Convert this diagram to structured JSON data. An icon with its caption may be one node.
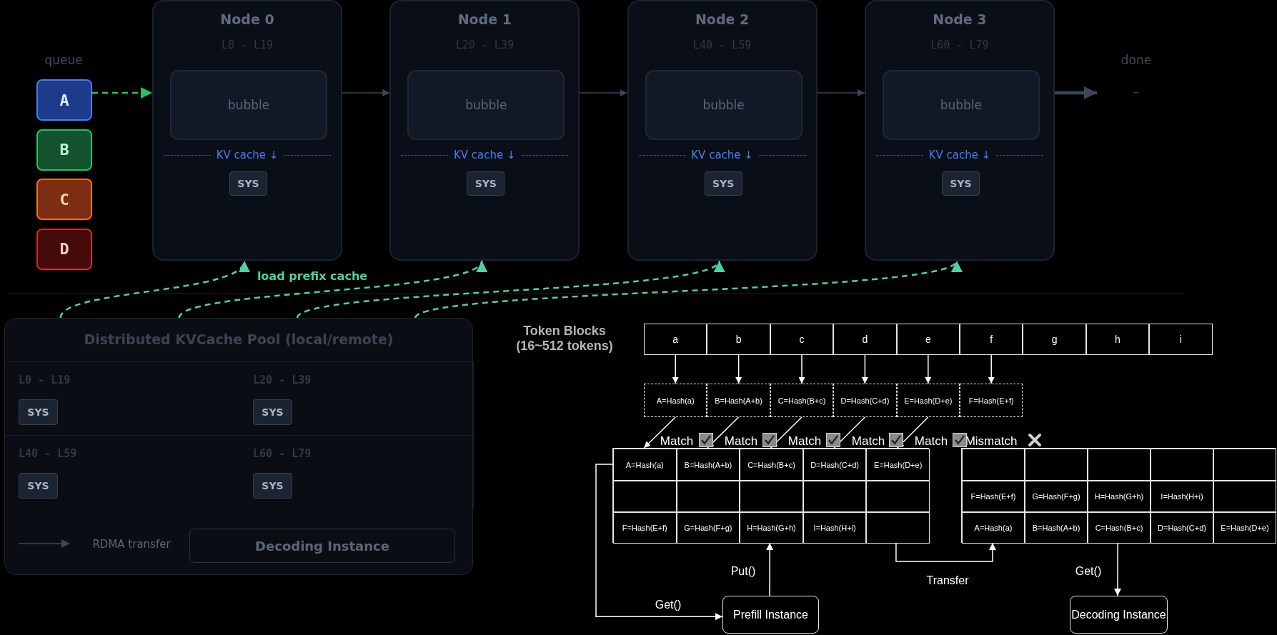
{
  "diagram": {
    "nodes": [
      {
        "text": [
          "A"
        ]
      },
      {
        "text": [
          "B"
        ]
      },
      {
        "text": [
          "C"
        ]
      },
      {
        "text": [
          "D"
        ]
      },
      {
        "text": [
          "Node 0",
          "L0 - L19",
          "KV cache ↓"
        ]
      },
      {
        "text": [
          "bubble"
        ],
        "in": 4
      },
      {
        "text": [
          "SYS"
        ],
        "in": 4
      },
      {
        "text": [
          "Node 1",
          "L20 - L39",
          "KV cache ↓"
        ]
      },
      {
        "text": [
          "bubble"
        ],
        "in": 7
      },
      {
        "text": [
          "SYS"
        ],
        "in": 7
      },
      {
        "text": [
          "Node 2",
          "L40 - L59",
          "KV cache ↓"
        ]
      },
      {
        "text": [
          "bubble"
        ],
        "in": 10
      },
      {
        "text": [
          "SYS"
        ],
        "in": 10
      },
      {
        "text": [
          "Node 3",
          "L60 - L79",
          "KV cache ↓"
        ]
      },
      {
        "text": [
          "bubble"
        ],
        "in": 13
      },
      {
        "text": [
          "SYS"
        ],
        "in": 13
      },
      {
        "text": [
          "done",
          "–"
        ]
      },
      {
        "text": [
          "Distributed KVCache Pool (local/remote)"
        ]
      },
      {
        "text": [
          "L0 - L19"
        ],
        "in": 17
      },
      {
        "text": [
          "SYS"
        ],
        "in": 18
      },
      {
        "text": [
          "L20 - L39"
        ],
        "in": 17
      },
      {
        "text": [
          "SYS"
        ],
        "in": 20
      },
      {
        "text": [
          "L40 - L59"
        ],
        "in": 17
      },
      {
        "text": [
          "SYS"
        ],
        "in": 22
      },
      {
        "text": [
          "L60 - L79"
        ],
        "in": 17
      },
      {
        "text": [
          "SYS"
        ],
        "in": 24
      },
      {
        "text": [
          "Decoding Instance"
        ],
        "in": 17
      },
      {
        "text": [
          "a"
        ]
      },
      {
        "text": [
          "b"
        ]
      },
      {
        "text": [
          "c"
        ]
      },
      {
        "text": [
          "d"
        ]
      },
      {
        "text": [
          "e"
        ]
      },
      {
        "text": [
          "f"
        ]
      },
      {
        "text": [
          "g"
        ]
      },
      {
        "text": [
          "h"
        ]
      },
      {
        "text": [
          "i"
        ]
      },
      {
        "text": [
          "A=Hash(a)"
        ]
      },
      {
        "text": [
          "B=Hash(A+b)"
        ]
      },
      {
        "text": [
          "C=Hash(B+c)"
        ]
      },
      {
        "text": [
          "D=Hash(C+d)"
        ]
      },
      {
        "text": [
          "E=Hash(D+e)"
        ]
      },
      {
        "text": [
          "F=Hash(E+f)"
        ]
      },
      {
        "text": [],
        "shape": "box"
      },
      {
        "text": [
          "A=Hash(a)"
        ],
        "in": 42
      },
      {
        "text": [
          "B=Hash(A+b)"
        ],
        "in": 42
      },
      {
        "text": [
          "C=Hash(B+c)"
        ],
        "in": 42
      },
      {
        "text": [
          "D=Hash(C+d)"
        ],
        "in": 42
      },
      {
        "text": [
          "E=Hash(D+e)"
        ],
        "in": 42
      },
      {
        "text": [],
        "shape": "box",
        "in": 42
      },
      {
        "text": [],
        "shape": "box",
        "in": 42
      },
      {
        "text": [],
        "shape": "box",
        "in": 42
      },
      {
        "text": [],
        "shape": "box",
        "in": 42
      },
      {
        "text": [],
        "shape": "box",
        "in": 42
      },
      {
        "text": [
          "F=Hash(E+f)"
        ],
        "in": 42
      },
      {
        "text": [
          "G=Hash(F+g)"
        ],
        "in": 42
      },
      {
        "text": [
          "H=Hash(G+h)"
        ],
        "in": 42
      },
      {
        "text": [
          "I=Hash(H+i)"
        ],
        "in": 42
      },
      {
        "text": [],
        "shape": "box",
        "in": 42
      },
      {
        "text": [],
        "shape": "box"
      },
      {
        "text": [],
        "shape": "box",
        "in": 58
      },
      {
        "text": [],
        "shape": "box",
        "in": 58
      },
      {
        "text": [],
        "shape": "box",
        "in": 58
      },
      {
        "text": [],
        "shape": "box",
        "in": 58
      },
      {
        "text": [],
        "shape": "box",
        "in": 58
      },
      {
        "text": [
          "F=Hash(E+f)"
        ],
        "in": 58
      },
      {
        "text": [
          "G=Hash(F+g)"
        ],
        "in": 58
      },
      {
        "text": [
          "H=Hash(G+h)"
        ],
        "in": 58
      },
      {
        "text": [
          "I=Hash(H+i)"
        ],
        "in": 58
      },
      {
        "text": [],
        "shape": "box",
        "in": 58
      },
      {
        "text": [
          "A=Hash(a)"
        ],
        "in": 58
      },
      {
        "text": [
          "B=Hash(A+b)"
        ],
        "in": 58
      },
      {
        "text": [
          "C=Hash(B+c)"
        ],
        "in": 58
      },
      {
        "text": [
          "D=Hash(C+d)"
        ],
        "in": 58
      },
      {
        "text": [
          "E=Hash(D+e)"
        ],
        "in": 58
      },
      {
        "text": [
          "Prefill Instance"
        ]
      },
      {
        "text": [
          "Decoding Instance"
        ]
      }
    ],
    "edges": [
      {
        "from": 0,
        "to": 4,
        "arrow": "to",
        "style": "dashed",
        "color": "#22c55e"
      },
      {
        "from": 4,
        "to": 7,
        "arrow": "to",
        "color": "#3b4656"
      },
      {
        "from": 7,
        "to": 10,
        "arrow": "to",
        "color": "#3b4656"
      },
      {
        "from": 10,
        "to": 13,
        "arrow": "to",
        "color": "#3b4656"
      },
      {
        "from": 13,
        "to": 16,
        "arrow": "to",
        "style": "thick",
        "color": "#3b4656"
      },
      {
        "from": 17,
        "to": 4,
        "arrow": "to",
        "label": "load prefix cache",
        "style": "dashed",
        "color": "#4fd1a5"
      },
      {
        "from": 17,
        "to": 7,
        "arrow": "to",
        "style": "dashed",
        "color": "#4fd1a5"
      },
      {
        "from": 17,
        "to": 10,
        "arrow": "to",
        "style": "dashed",
        "color": "#4fd1a5"
      },
      {
        "from": 17,
        "to": 13,
        "arrow": "to",
        "style": "dashed",
        "color": "#4fd1a5"
      },
      {
        "from": 27,
        "to": 36,
        "arrow": "to"
      },
      {
        "from": 28,
        "to": 37,
        "arrow": "to"
      },
      {
        "from": 29,
        "to": 38,
        "arrow": "to"
      },
      {
        "from": 30,
        "to": 39,
        "arrow": "to"
      },
      {
        "from": 31,
        "to": 40,
        "arrow": "to"
      },
      {
        "from": 32,
        "to": 41,
        "arrow": "to"
      },
      {
        "from": 36,
        "to": 43,
        "arrow": "to"
      },
      {
        "from": 37,
        "to": 44,
        "arrow": "to"
      },
      {
        "from": 38,
        "to": 45,
        "arrow": "to"
      },
      {
        "from": 39,
        "to": 46,
        "arrow": "to"
      },
      {
        "from": 40,
        "to": 47,
        "arrow": "to"
      },
      {
        "from": 42,
        "to": 74,
        "arrow": "to",
        "label": "Get()"
      },
      {
        "from": 74,
        "to": 42,
        "arrow": "to",
        "label": "Put()"
      },
      {
        "from": 42,
        "to": 58,
        "arrow": "to",
        "label": "Transfer"
      },
      {
        "from": 58,
        "to": 75,
        "arrow": "to",
        "label": "Get()"
      }
    ],
    "labels": [
      "queue",
      "RDMA transfer",
      "Token Blocks (16~512 tokens)",
      "Match",
      "Match",
      "Match",
      "Match",
      "Match",
      "Mismatch"
    ]
  }
}
